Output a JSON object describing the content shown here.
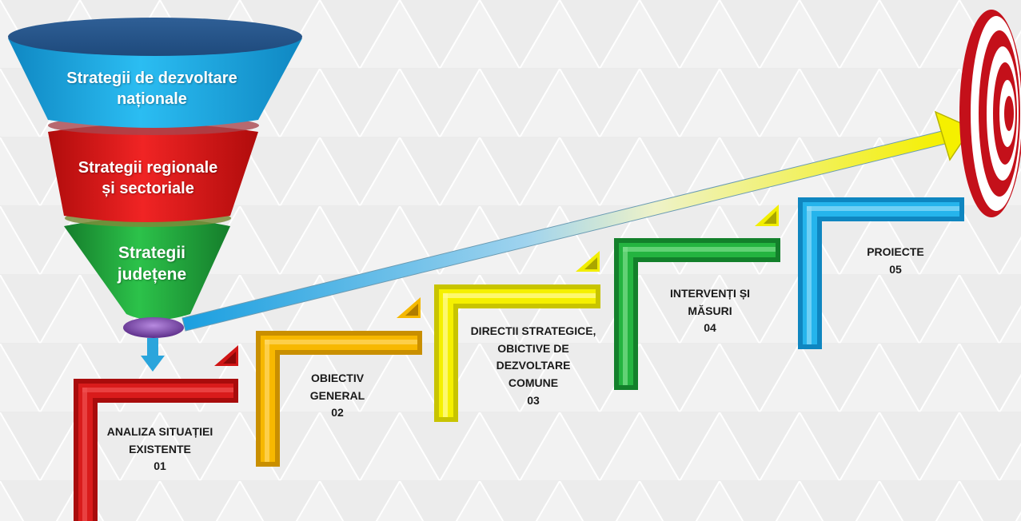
{
  "funnel": {
    "level1": {
      "line1": "Strategii de dezvoltare",
      "line2": "naționale"
    },
    "level2": {
      "line1": "Strategii regionale",
      "line2": "și sectoriale"
    },
    "level3": {
      "line1": "Strategii",
      "line2": "județene"
    }
  },
  "steps": [
    {
      "lines": [
        "ANALIZA SITUAȚIEI",
        "EXISTENTE"
      ],
      "number": "01",
      "color": "#d01515"
    },
    {
      "lines": [
        "OBIECTIV",
        "GENERAL"
      ],
      "number": "02",
      "color": "#f5b800"
    },
    {
      "lines": [
        "DIRECTII STRATEGICE,",
        "OBICTIVE DE",
        "DEZVOLTARE",
        "COMUNE"
      ],
      "number": "03",
      "color": "#f2ee00"
    },
    {
      "lines": [
        "INTERVENȚI ȘI",
        "MĂSURI"
      ],
      "number": "04",
      "color": "#1fae3c"
    },
    {
      "lines": [
        "PROIECTE"
      ],
      "number": "05",
      "color": "#1eaee8"
    }
  ],
  "colors": {
    "funnel_top": "#1aa7e0",
    "funnel_middle": "#e81818",
    "funnel_bottom": "#1fae3c",
    "funnel_rim": "#2a6aa6",
    "funnel_tip": "#8a4fc0",
    "arrow_start": "#1a9fe0",
    "arrow_end": "#f5f000",
    "target_red": "#c4101a"
  }
}
